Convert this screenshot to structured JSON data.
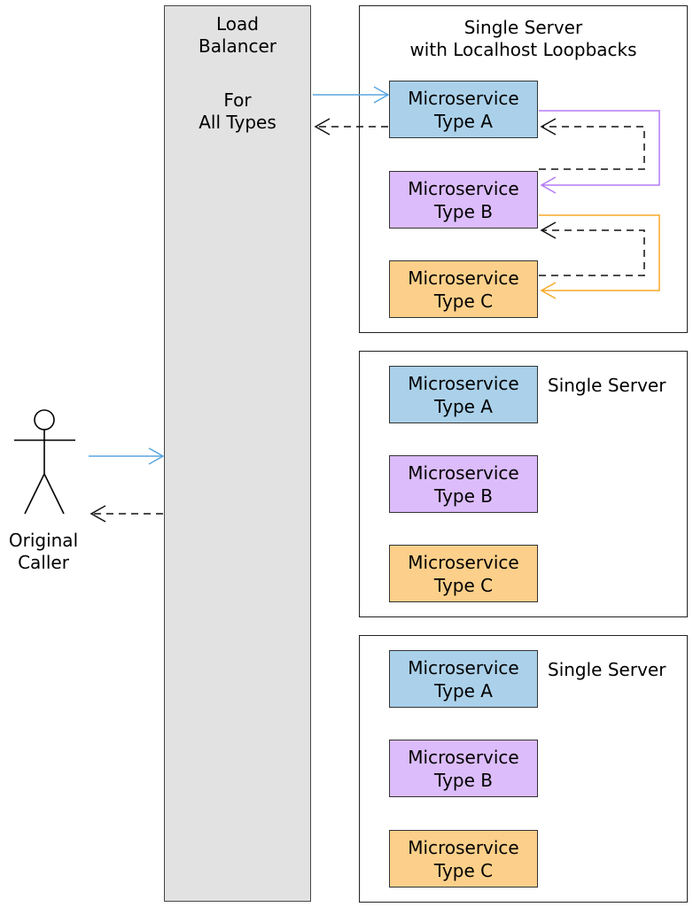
{
  "colors": {
    "type_a": "#abd1ea",
    "type_b": "#dcbcfa",
    "type_c": "#fcd08a",
    "arrow_blue": "#5aa6e0",
    "arrow_purple": "#b57af5",
    "arrow_orange": "#f7a928",
    "arrow_dashed": "#111111",
    "balancer_fill": "#e2e2e2"
  },
  "actor": {
    "icon": "stick-figure-icon",
    "label_line1": "Original",
    "label_line2": "Caller"
  },
  "load_balancer": {
    "title_line1": "Load",
    "title_line2": "Balancer",
    "subtitle_line1": "For",
    "subtitle_line2": "All Types"
  },
  "servers": [
    {
      "title_line1": "Single Server",
      "title_line2": "with Localhost Loopbacks",
      "services": [
        {
          "line1": "Microservice",
          "line2": "Type A"
        },
        {
          "line1": "Microservice",
          "line2": "Type B"
        },
        {
          "line1": "Microservice",
          "line2": "Type C"
        }
      ]
    },
    {
      "title_line1": "Single Server",
      "services": [
        {
          "line1": "Microservice",
          "line2": "Type A"
        },
        {
          "line1": "Microservice",
          "line2": "Type B"
        },
        {
          "line1": "Microservice",
          "line2": "Type C"
        }
      ]
    },
    {
      "title_line1": "Single Server",
      "services": [
        {
          "line1": "Microservice",
          "line2": "Type A"
        },
        {
          "line1": "Microservice",
          "line2": "Type B"
        },
        {
          "line1": "Microservice",
          "line2": "Type C"
        }
      ]
    }
  ]
}
